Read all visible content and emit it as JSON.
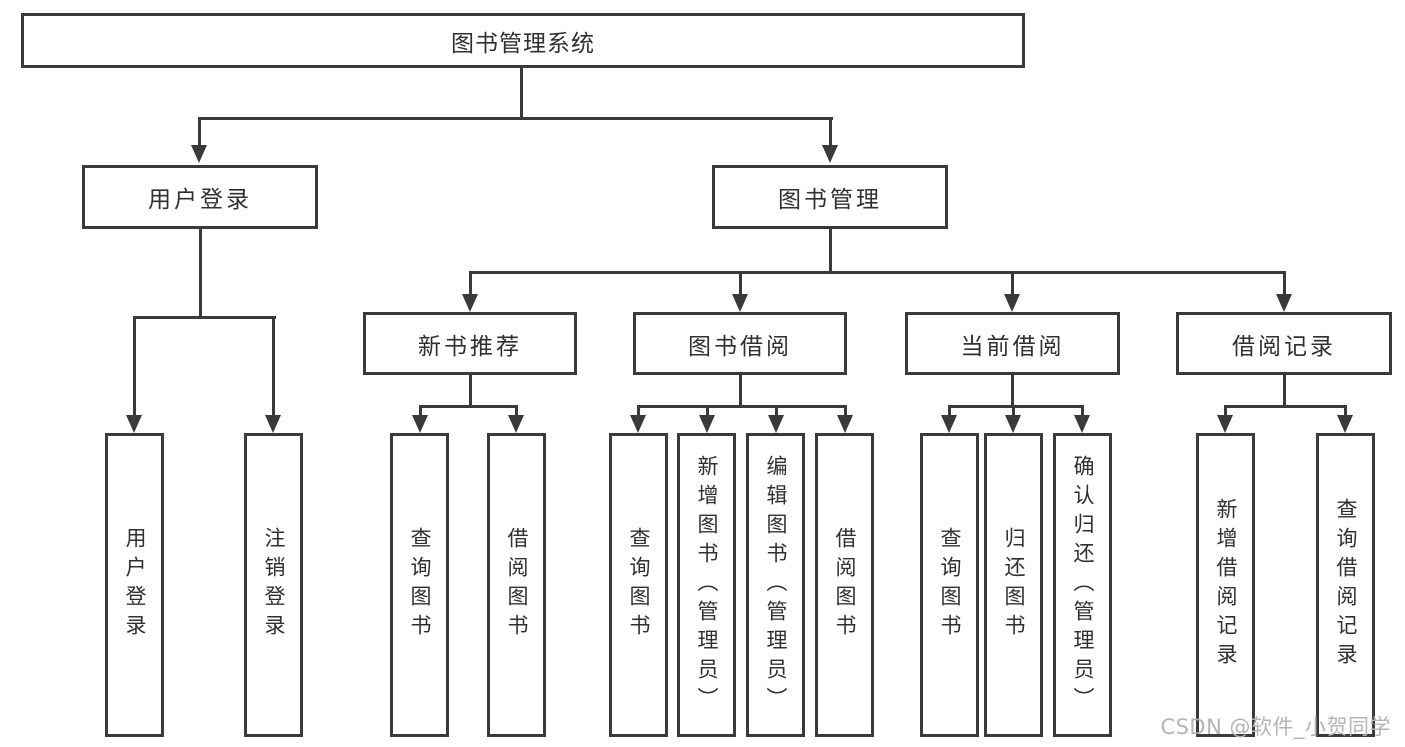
{
  "diagram": {
    "type": "tree",
    "colors": {
      "line": "#3a3a3a",
      "text": "#303030",
      "background": "#ffffff",
      "watermark": "#b5b5b5"
    },
    "nodes": {
      "root": {
        "label": "图书管理系统"
      },
      "user_login": {
        "label": "用户登录",
        "children": [
          "用户登录",
          "注销登录"
        ]
      },
      "book_management": {
        "label": "图书管理"
      },
      "new_book_recommend": {
        "label": "新书推荐",
        "children": [
          "查询图书",
          "借阅图书"
        ]
      },
      "book_borrow": {
        "label": "图书借阅",
        "children": [
          "查询图书",
          "新增图书（管理员）",
          "编辑图书（管理员）",
          "借阅图书"
        ]
      },
      "current_borrow": {
        "label": "当前借阅",
        "children": [
          "查询图书",
          "归还图书",
          "确认归还（管理员）"
        ]
      },
      "borrow_records": {
        "label": "借阅记录",
        "children": [
          "新增借阅记录",
          "查询借阅记录"
        ]
      }
    },
    "watermark": {
      "text": "CSDN @软件_小贺同学"
    }
  }
}
